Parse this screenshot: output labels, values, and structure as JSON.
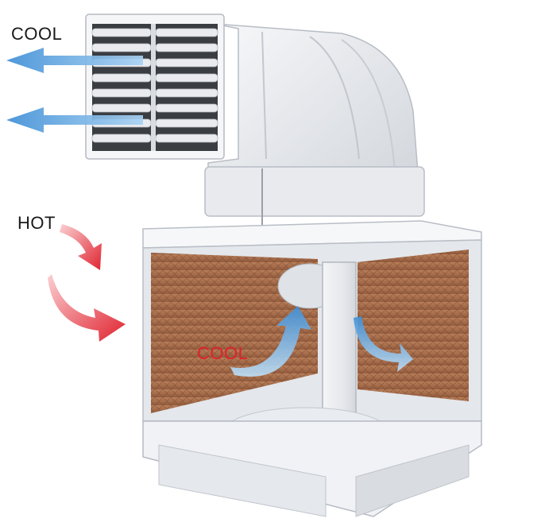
{
  "labels": {
    "cool_outlet": "COOL",
    "hot_intake": "HOT",
    "cool_inner": "COOL"
  },
  "colors": {
    "cool_text": "#1a1a1a",
    "hot_text": "#1a1a1a",
    "cool_inner_text": "#e2202a",
    "cool_arrow": "#5aa8e6",
    "hot_arrow": "#e63a44",
    "housing": "#eef0f3",
    "cooling_pad": "#a86a45"
  },
  "icons": {
    "air_outlet": "louvered-vent-icon",
    "cooling_pad": "honeycomb-pad-icon",
    "cool_flow": "cool-air-arrow-icon",
    "hot_flow": "hot-air-arrow-icon"
  }
}
